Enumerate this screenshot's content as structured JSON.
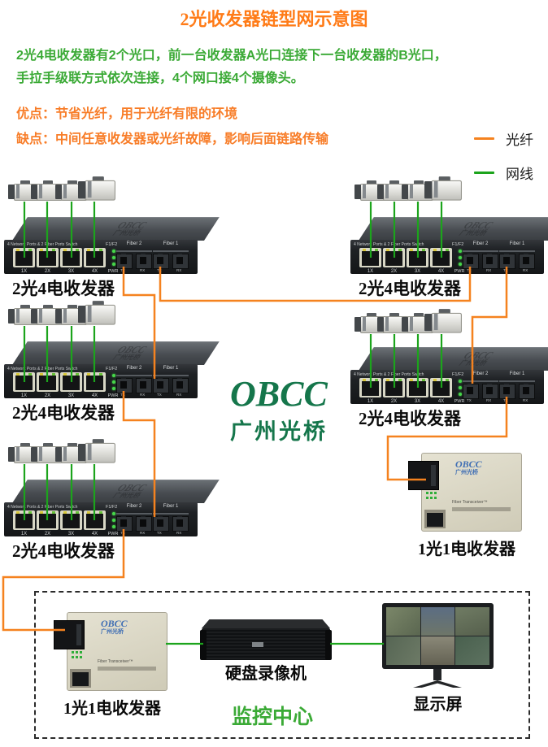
{
  "title": "2光收发器链型网示意图",
  "intro": {
    "line1": "2光4电收发器有2个光口，前一台收发器A光口连接下一台收发器的B光口，",
    "line2": "手拉手级联方式依次连接，4个网口接4个摄像头。",
    "pros": "优点：节省光纤，用于光纤有限的环境",
    "cons": "缺点：中间任意收发器或光纤故障，影响后面链路传输"
  },
  "legend": {
    "fiber_label": "光纤",
    "lan_label": "网线"
  },
  "colors": {
    "fiber_line": "#F5821F",
    "lan_line": "#1CA41C",
    "title": "#FF7B17",
    "intro_green": "#3BAA36",
    "accent_orange": "#F87D28",
    "logo_green": "#15764B",
    "converter_blue": "#3F6EB4",
    "label_black": "#0A0A0A"
  },
  "switch_panel": {
    "header": "4 Network Ports & 2 Fiber Ports Switch",
    "port_labels": [
      "1X",
      "2X",
      "3X",
      "4X"
    ],
    "pwr_label": "PWR",
    "f1f2_label": "F1/F2",
    "fiber2_label": "Fiber 2",
    "fiber1_label": "Fiber 1",
    "tx_label": "TX",
    "rx_label": "RX",
    "brand": "OBCC",
    "brand_sub": "广州光桥"
  },
  "converter_panel": {
    "brand": "OBCC",
    "brand_sub": "广州光桥",
    "model_text": "Fiber Transceiver™"
  },
  "device_labels": {
    "switch": "2光4电收发器",
    "converter": "1光1电收发器",
    "dvr": "硬盘录像机",
    "monitor": "显示屏",
    "center": "监控中心"
  },
  "logo": {
    "text": "OBCC",
    "subtext": "广州光桥"
  }
}
